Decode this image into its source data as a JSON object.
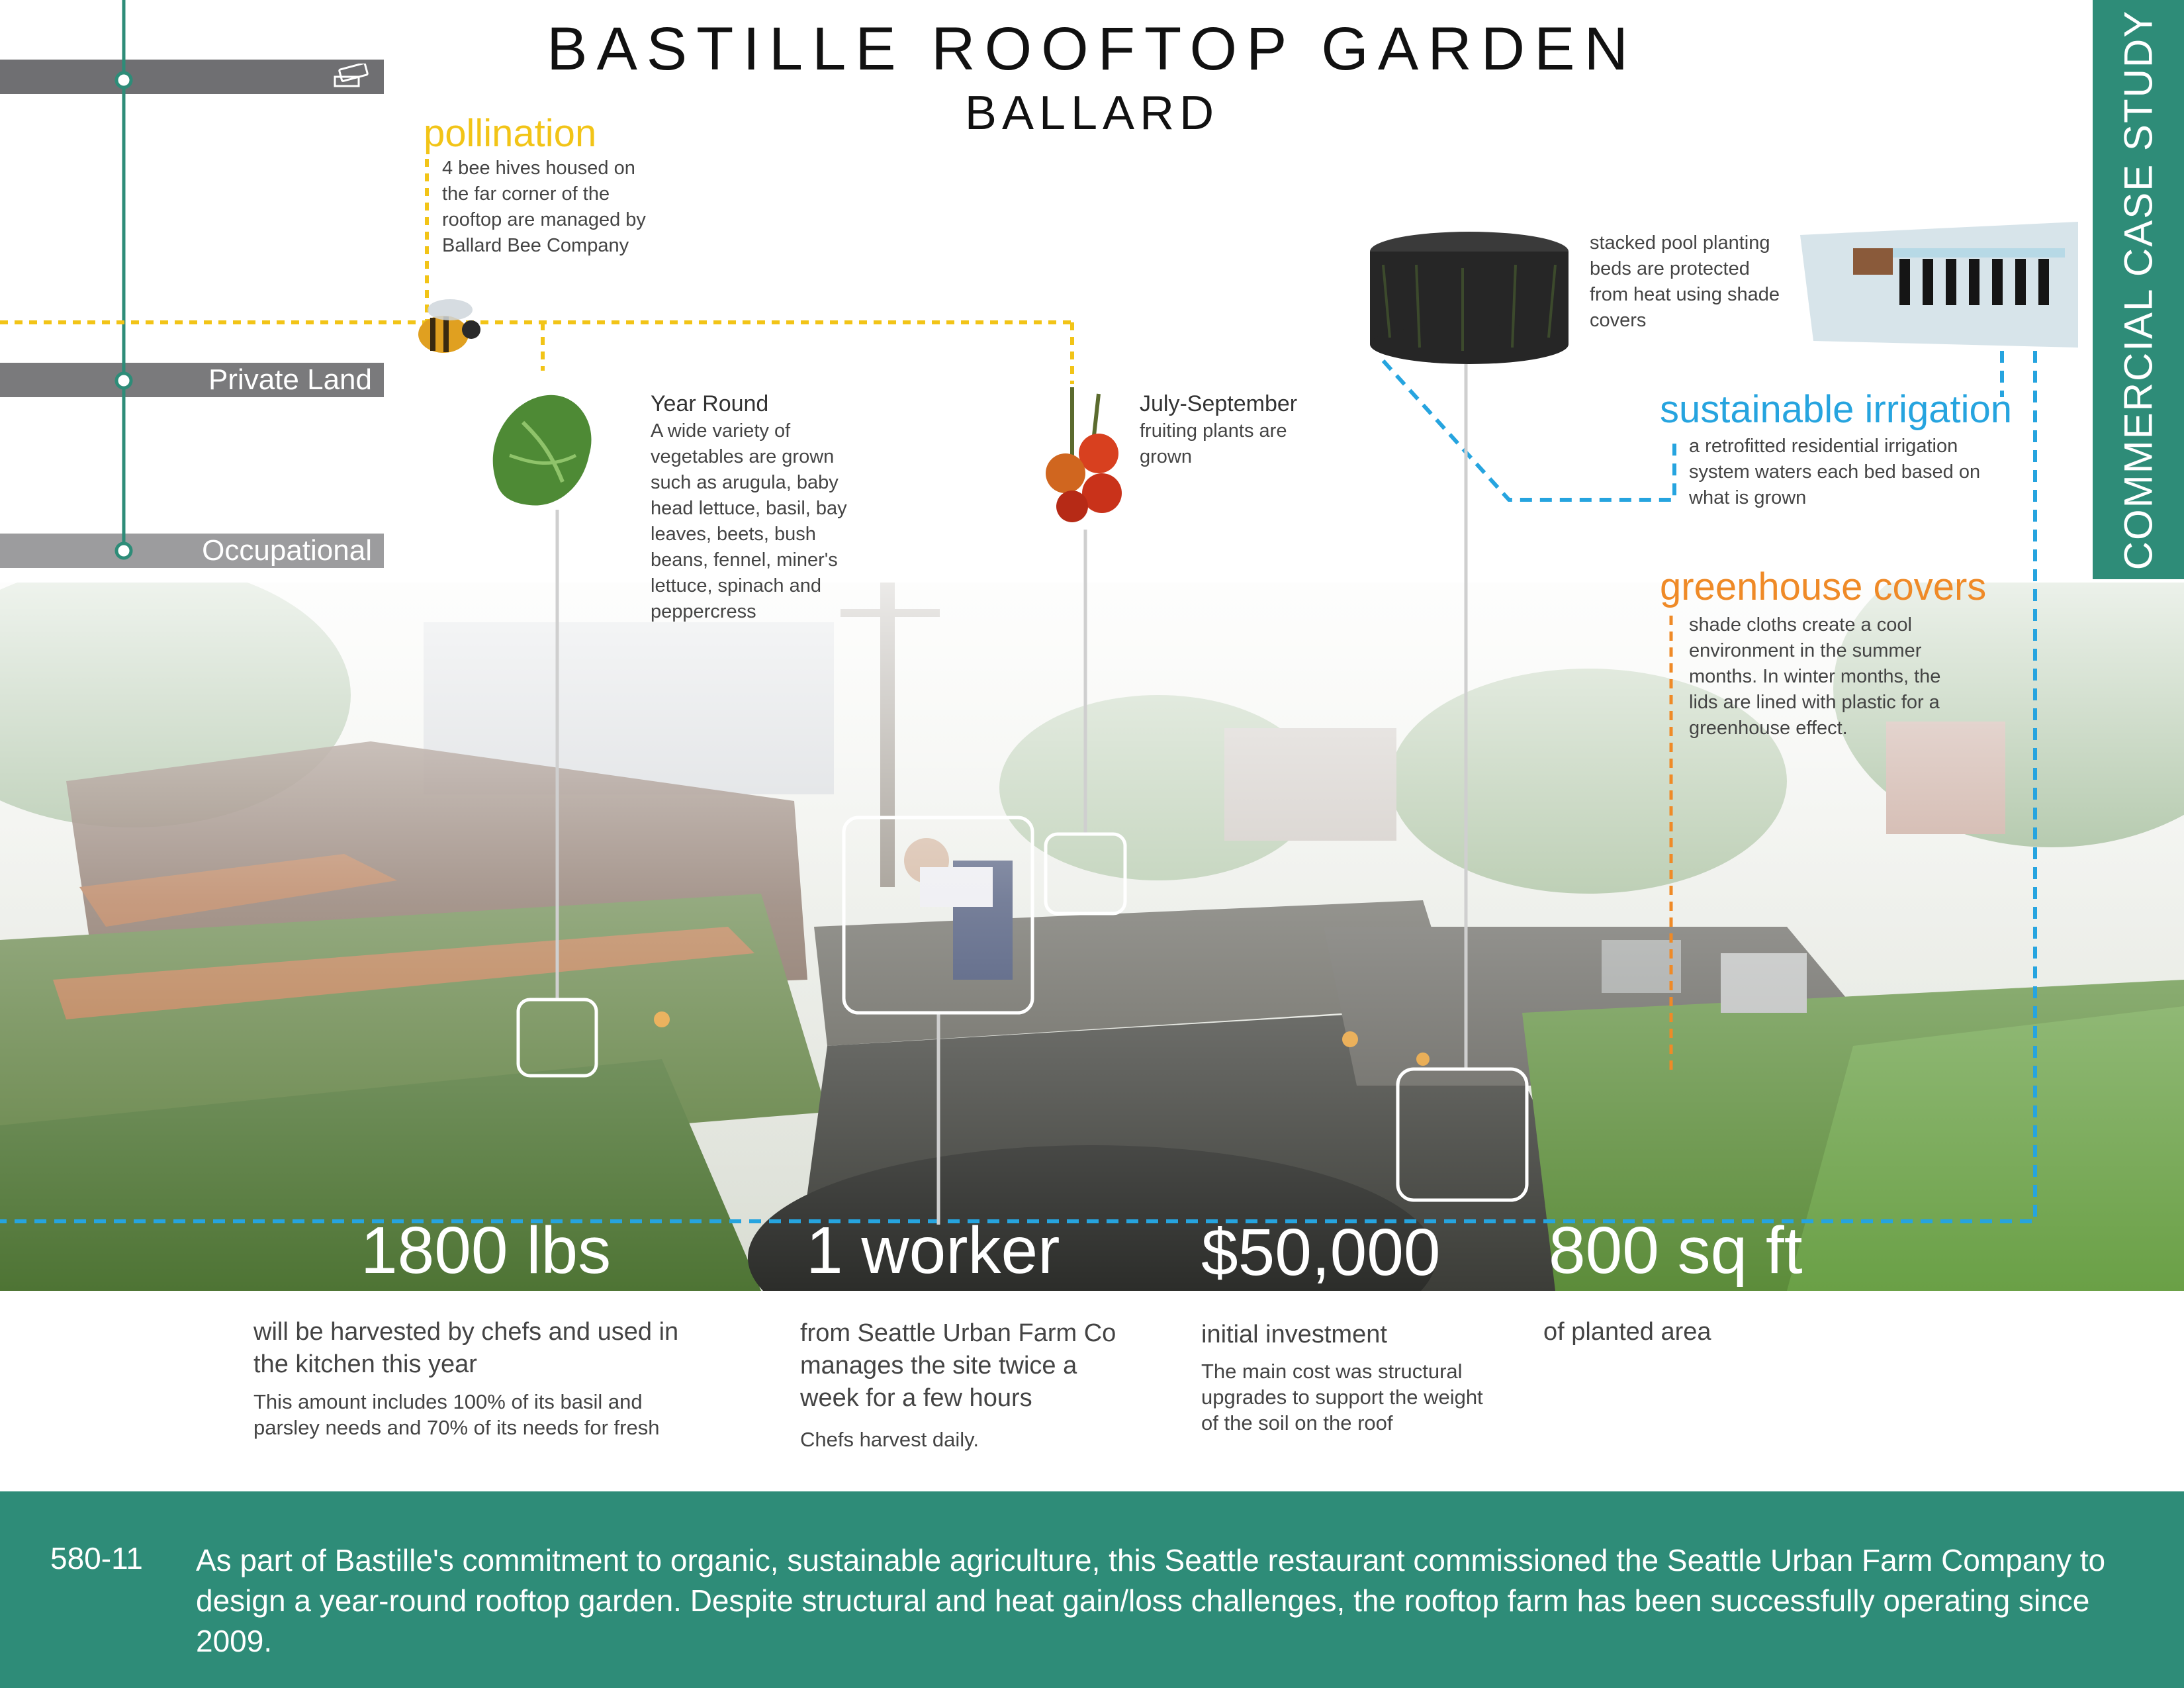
{
  "header": {
    "title": "BASTILLE ROOFTOP GARDEN",
    "subtitle": "BALLARD",
    "side_banner": "COMMERCIAL CASE STUDY"
  },
  "categories": [
    "Private Land",
    "Occupational"
  ],
  "callouts": {
    "pollination": {
      "heading": "pollination",
      "text": "4 bee hives housed on the far corner of the rooftop are managed by Ballard Bee Company"
    },
    "year_round": {
      "heading": "Year Round",
      "text": "A wide variety of vegetables are grown such as arugula, baby head lettuce, basil, bay leaves, beets, bush beans, fennel, miner's lettuce, spinach and peppercress"
    },
    "july_september": {
      "heading": "July-September",
      "text": "fruiting plants are grown"
    },
    "pool_beds": {
      "text": "stacked pool planting beds are protected from heat using shade covers"
    },
    "irrigation": {
      "heading": "sustainable irrigation",
      "text": "a retrofitted residential irrigation system waters each bed based on what is grown"
    },
    "greenhouse": {
      "heading": "greenhouse covers",
      "text": "shade cloths create a cool environment in the summer months. In winter months, the lids are lined with plastic for a greenhouse effect."
    }
  },
  "stats": [
    {
      "value": "1800 lbs",
      "caption": "will be harvested by chefs and used in the kitchen this year",
      "note": "This amount includes 100% of its basil and parsley needs and 70% of its needs for fresh"
    },
    {
      "value": "1 worker",
      "caption": "from Seattle Urban Farm Co manages the site twice a week for a few hours",
      "note": "Chefs harvest daily."
    },
    {
      "value": "$50,000",
      "caption": "initial investment",
      "note": "The main cost was structural upgrades to support the weight of the soil on the roof"
    },
    {
      "value": "800 sq ft",
      "caption": "of planted area",
      "note": ""
    }
  ],
  "footer": {
    "code": "580-11",
    "text": "As part of Bastille's commitment to organic, sustainable agriculture, this Seattle restaurant commissioned the Seattle Urban Farm Company to design a year-round rooftop garden. Despite structural and heat gain/loss challenges, the rooftop farm has been successfully operating since 2009."
  },
  "colors": {
    "teal": "#2e8c78",
    "yellow": "#f2c417",
    "blue": "#26a4df",
    "orange": "#ef8a27",
    "gray_bar": "#7a7a7c"
  }
}
